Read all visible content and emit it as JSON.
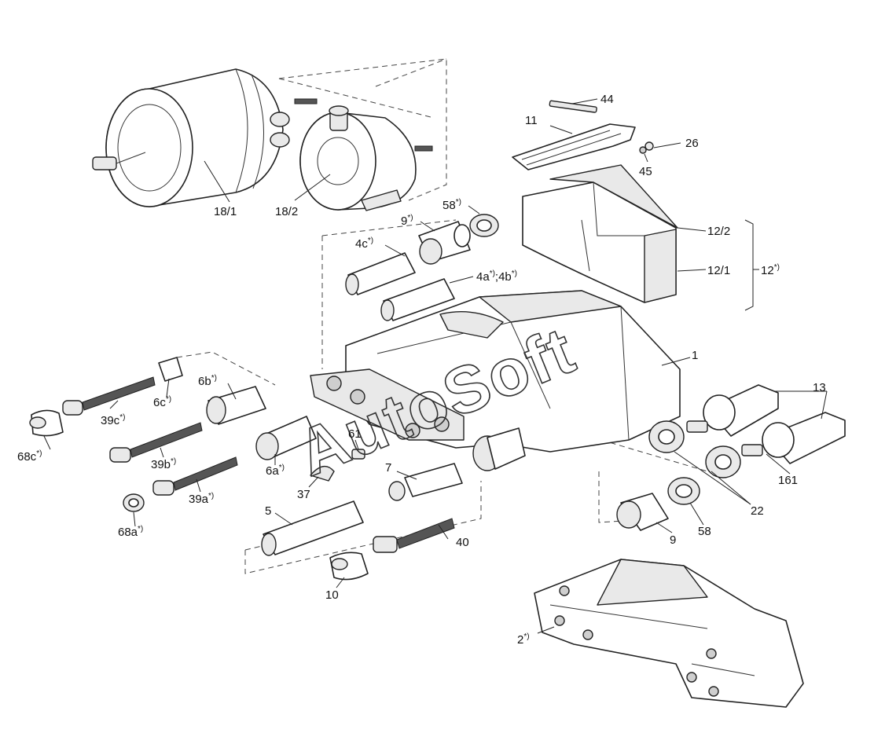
{
  "watermark": "AutoSoft",
  "labels": {
    "p44": "44",
    "p11": "11",
    "p26": "26",
    "p45": "45",
    "p18_1": "18/1",
    "p18_2": "18/2",
    "p58a": "58",
    "p58a_sup": "*)",
    "p9a": "9",
    "p9a_sup": "*)",
    "p4c": "4c",
    "p4c_sup": "*)",
    "p4ab": "4a",
    "p4ab_sup1": "*)",
    "p4ab_mid": ";4b",
    "p4ab_sup2": "*)",
    "p12_2": "12/2",
    "p12_1": "12/1",
    "p12": "12",
    "p12_sup": "*)",
    "p1": "1",
    "p13": "13",
    "p6b": "6b",
    "p6b_sup": "*)",
    "p6c": "6c",
    "p6c_sup": "*)",
    "p39c": "39c",
    "p39c_sup": "*)",
    "p68c": "68c",
    "p68c_sup": "*)",
    "p39b": "39b",
    "p39b_sup": "*)",
    "p6a": "6a",
    "p6a_sup": "*)",
    "p61": "61",
    "p161": "161",
    "p22": "22",
    "p39a": "39a",
    "p39a_sup": "*)",
    "p37": "37",
    "p7": "7",
    "p5": "5",
    "p68a": "68a",
    "p68a_sup": "*)",
    "p40": "40",
    "p9b": "9",
    "p58b": "58",
    "p10": "10",
    "p2": "2",
    "p2_sup": "*)"
  }
}
